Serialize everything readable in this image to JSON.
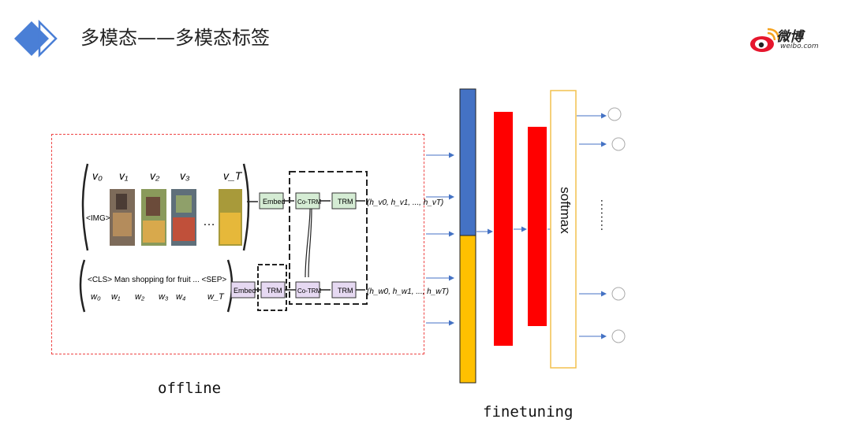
{
  "header": {
    "title": "多模态——多模态标签",
    "brand_cn": "微博",
    "brand_en": "weibo.com"
  },
  "colors": {
    "header_blue": "#4a7fd6",
    "blue_block": "#4472c4",
    "yellow_block": "#ffc000",
    "red_layer": "#ff0000",
    "softmax_border": "#f2c14e",
    "offline_border": "#ee4444",
    "arrow": "#4472c4",
    "embed_fill": "#d5ecd4",
    "trm_fill": "#e6d9f2"
  },
  "diagram": {
    "visual_tokens": [
      "v0",
      "v1",
      "v2",
      "v3",
      "vT"
    ],
    "img_token": "<IMG>",
    "text_sequence": "<CLS> Man shopping for fruit ... <SEP>",
    "text_tokens": [
      "w0",
      "w1",
      "w2",
      "w3",
      "w4",
      "wT"
    ],
    "blocks": {
      "embed": "Embed",
      "co_trm": "Co-TRM",
      "trm": "TRM"
    },
    "outputs_visual": "(hv0, hv1, ..., hvT)",
    "outputs_text": "(hw0, hw1, ..., hwT)",
    "ellipsis": "..."
  },
  "labels": {
    "softmax": "softmax",
    "dots": "........",
    "offline": "offline",
    "finetuning": "finetuning"
  }
}
